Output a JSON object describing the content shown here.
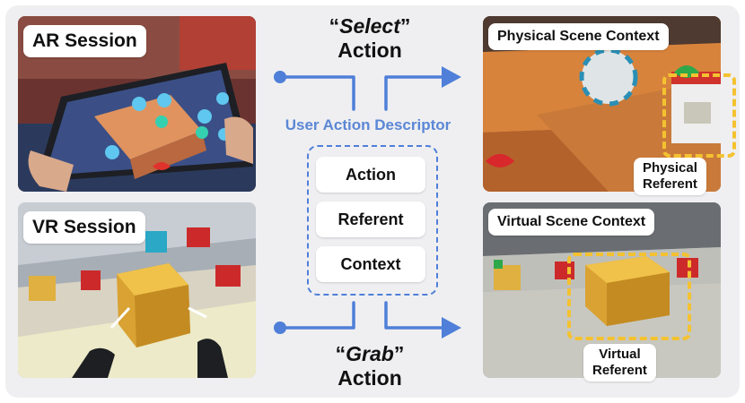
{
  "panels": {
    "ar": {
      "title": "AR Session"
    },
    "vr": {
      "title": "VR Session"
    },
    "physical": {
      "title": "Physical Scene Context",
      "referent": [
        "Physical",
        "Referent"
      ]
    },
    "virtual": {
      "title": "Virtual Scene Context",
      "referent": [
        "Virtual",
        "Referent"
      ]
    }
  },
  "select_action": {
    "quote_open": "“",
    "word": "Select",
    "quote_close": "”",
    "line2": "Action"
  },
  "grab_action": {
    "quote_open": "“",
    "word": "Grab",
    "quote_close": "”",
    "line2": "Action"
  },
  "descriptor": {
    "title": "User Action Descriptor",
    "items": [
      "Action",
      "Referent",
      "Context"
    ]
  },
  "colors": {
    "accent_blue": "#4f7fd8",
    "highlight_yellow": "#f4c230",
    "background": "#efeff1"
  }
}
